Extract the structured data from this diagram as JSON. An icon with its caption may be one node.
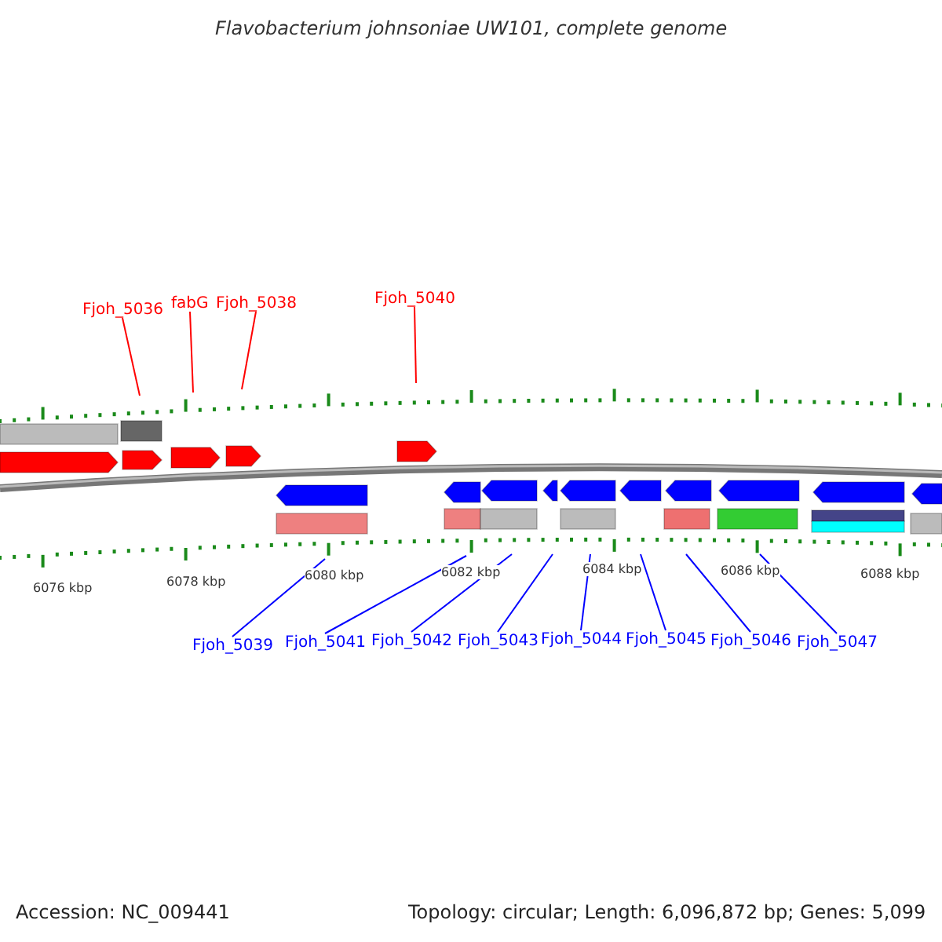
{
  "diagram": {
    "title": "Flavobacterium johnsoniae UW101, complete genome",
    "nodes": [
      {
        "text": [
          "Fjoh_5036"
        ]
      },
      {
        "text": [
          "fabG"
        ]
      },
      {
        "text": [
          "Fjoh_5038"
        ]
      },
      {
        "text": [
          "Fjoh_5040"
        ]
      },
      {
        "text": [
          "Fjoh_5039"
        ]
      },
      {
        "text": [
          "Fjoh_5041"
        ]
      },
      {
        "text": [
          "Fjoh_5042"
        ]
      },
      {
        "text": [
          "Fjoh_5043"
        ]
      },
      {
        "text": [
          "Fjoh_5044"
        ]
      },
      {
        "text": [
          "Fjoh_5045"
        ]
      },
      {
        "text": [
          "Fjoh_5046"
        ]
      },
      {
        "text": [
          "Fjoh_5047"
        ]
      },
      {
        "text": [],
        "shape": "picture"
      }
    ],
    "edges": [
      {
        "from": 0,
        "to": 12,
        "arrow": "none",
        "color": "#ff0000"
      },
      {
        "from": 1,
        "to": 12,
        "arrow": "none",
        "color": "#ff0000"
      },
      {
        "from": 2,
        "to": 12,
        "arrow": "none",
        "color": "#ff0000"
      },
      {
        "from": 3,
        "to": 12,
        "arrow": "none",
        "color": "#ff0000"
      },
      {
        "from": 4,
        "to": 12,
        "arrow": "none"
      },
      {
        "from": 5,
        "to": 12,
        "arrow": "none"
      },
      {
        "from": 6,
        "to": 12,
        "arrow": "none"
      },
      {
        "from": 7,
        "to": 12,
        "arrow": "none"
      },
      {
        "from": 8,
        "to": 12,
        "arrow": "none"
      },
      {
        "from": 9,
        "to": 12,
        "arrow": "none"
      },
      {
        "from": 10,
        "to": 12,
        "arrow": "none"
      },
      {
        "from": 11,
        "to": 12,
        "arrow": "none"
      }
    ],
    "labels": [
      "6076 kbp",
      "6078 kbp",
      "6080 kbp",
      "6082 kbp",
      "6084 kbp",
      "6086 kbp",
      "6088 kbp",
      "Accession: NC_009441",
      "Topology: circular; Length: 6,096,872 bp; Genes: 5,099"
    ]
  }
}
